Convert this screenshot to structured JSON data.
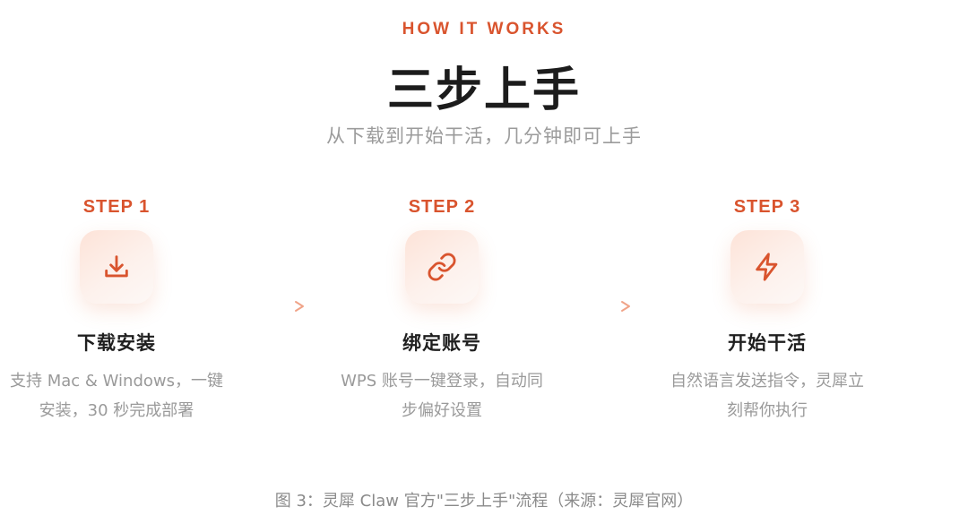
{
  "header": {
    "eyebrow": "HOW IT WORKS",
    "title": "三步上手",
    "subtitle": "从下载到开始干活，几分钟即可上手"
  },
  "steps": [
    {
      "label": "STEP 1",
      "icon": "download-icon",
      "title": "下载安装",
      "desc_line1": "支持 Mac & Windows，一键",
      "desc_line2": "安装，30 秒完成部署"
    },
    {
      "label": "STEP 2",
      "icon": "link-icon",
      "title": "绑定账号",
      "desc_line1": "WPS 账号一键登录，自动同",
      "desc_line2": "步偏好设置"
    },
    {
      "label": "STEP 3",
      "icon": "lightning-icon",
      "title": "开始干活",
      "desc_line1": "自然语言发送指令，灵犀立",
      "desc_line2": "刻帮你执行"
    }
  ],
  "caption": "图 3：灵犀 Claw 官方\"三步上手\"流程（来源：灵犀官网）",
  "colors": {
    "accent": "#d9542e",
    "title": "#1c1c1c",
    "muted": "#9a9a9a",
    "icon_bg": "#fde8df"
  }
}
